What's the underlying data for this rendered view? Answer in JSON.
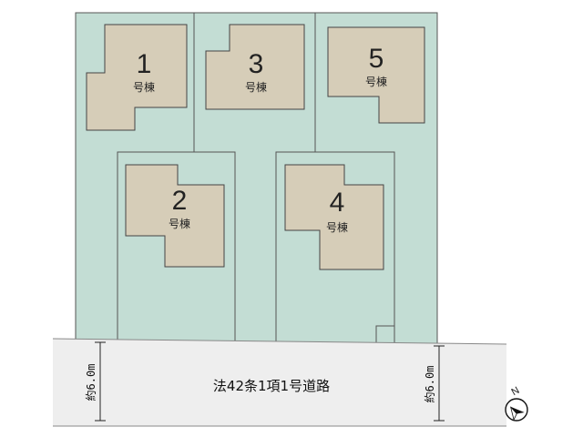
{
  "colors": {
    "lot_fill": "#c3ddd4",
    "lot_stroke": "#555555",
    "building_fill": "#d6cdb8",
    "building_stroke": "#444444",
    "road_fill": "#eeeeee"
  },
  "buildings": [
    {
      "number": "1",
      "label": "号棟"
    },
    {
      "number": "2",
      "label": "号棟"
    },
    {
      "number": "3",
      "label": "号棟"
    },
    {
      "number": "4",
      "label": "号棟"
    },
    {
      "number": "5",
      "label": "号棟"
    }
  ],
  "road": {
    "label": "法42条1項1号道路",
    "width_left": "約6.0m",
    "width_right": "約6.0m"
  },
  "compass": {
    "letter": "N",
    "icon": "north-arrow-icon"
  }
}
